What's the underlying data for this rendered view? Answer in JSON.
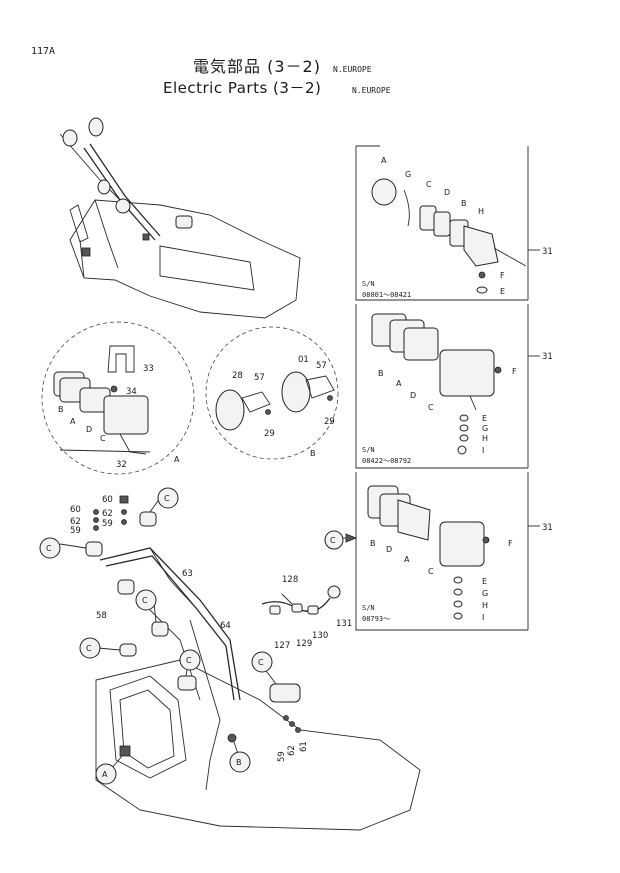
{
  "page_number": "117A",
  "title_jp": "電気部品 (3－2)",
  "title_en": "Electric Parts (3－2)",
  "region": "N.EUROPE",
  "serial_notes": {
    "sn_label_1": "S/N",
    "sn_range_1": "08001～08421",
    "sn_label_2": "S/N",
    "sn_range_2": "08422～08792",
    "sn_label_3": "S/N",
    "sn_range_3": "08793～"
  },
  "callouts": {
    "c31": "31",
    "c32": "32",
    "c33": "33",
    "c34": "34",
    "c28": "28",
    "c29": "29",
    "c57": "57",
    "c01": "01",
    "c58": "58",
    "c59": "59",
    "c60": "60",
    "c61": "61",
    "c62": "62",
    "c63": "63",
    "c64": "64",
    "c127": "127",
    "c128": "128",
    "c129": "129",
    "c130": "130",
    "c131": "131"
  },
  "letters": {
    "A": "A",
    "B": "B",
    "C": "C",
    "D": "D",
    "E": "E",
    "F": "F",
    "G": "G",
    "H": "H",
    "I": "I"
  }
}
